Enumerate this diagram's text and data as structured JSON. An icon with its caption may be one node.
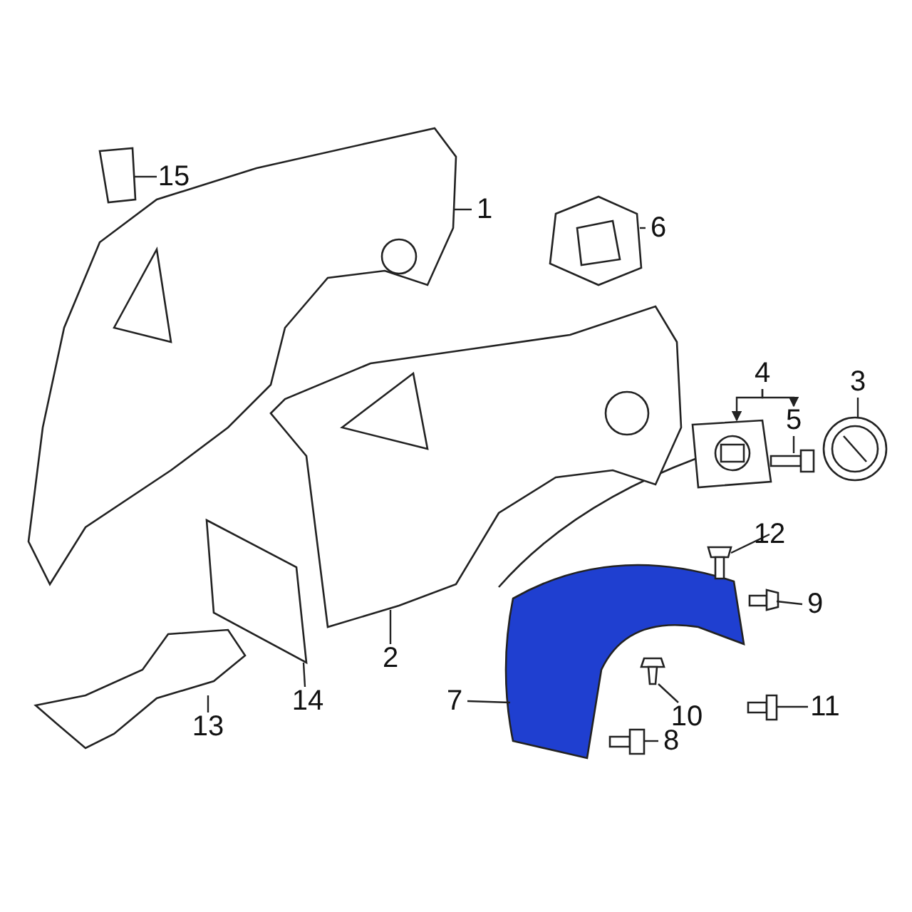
{
  "diagram": {
    "nodes": [
      {
        "text": [
          "1"
        ]
      },
      {
        "text": [
          "2"
        ]
      },
      {
        "text": [
          "3"
        ]
      },
      {
        "text": [
          "4"
        ]
      },
      {
        "text": [
          "5"
        ]
      },
      {
        "text": [
          "6"
        ]
      },
      {
        "text": [
          "7"
        ]
      },
      {
        "text": [
          "8"
        ]
      },
      {
        "text": [
          "9"
        ]
      },
      {
        "text": [
          "10"
        ]
      },
      {
        "text": [
          "11"
        ]
      },
      {
        "text": [
          "12"
        ]
      },
      {
        "text": [
          "13"
        ]
      },
      {
        "text": [
          "14"
        ]
      },
      {
        "text": [
          "15"
        ]
      },
      {
        "text": [],
        "shape": "picture"
      },
      {
        "text": [],
        "shape": "picture"
      },
      {
        "text": [],
        "shape": "picture"
      },
      {
        "text": [],
        "shape": "picture"
      },
      {
        "text": [],
        "shape": "picture"
      },
      {
        "text": [],
        "shape": "picture"
      },
      {
        "text": [],
        "shape": "picture"
      },
      {
        "text": [],
        "shape": "picture"
      },
      {
        "text": [],
        "shape": "picture"
      },
      {
        "text": [],
        "shape": "picture"
      },
      {
        "text": [],
        "shape": "picture"
      },
      {
        "text": [],
        "shape": "picture"
      },
      {
        "text": [],
        "shape": "picture"
      },
      {
        "text": [],
        "shape": "picture"
      },
      {
        "text": [],
        "shape": "picture"
      }
    ],
    "edges": [
      {
        "from": 0,
        "to": 15,
        "arrow": "none"
      },
      {
        "from": 1,
        "to": 16,
        "arrow": "none"
      },
      {
        "from": 2,
        "to": 17,
        "arrow": "none"
      },
      {
        "from": 3,
        "to": 18,
        "arrow": "to"
      },
      {
        "from": 3,
        "to": 4,
        "arrow": "to"
      },
      {
        "from": 4,
        "to": 19,
        "arrow": "none"
      },
      {
        "from": 5,
        "to": 20,
        "arrow": "none"
      },
      {
        "from": 6,
        "to": 21,
        "arrow": "none"
      },
      {
        "from": 7,
        "to": 22,
        "arrow": "none"
      },
      {
        "from": 8,
        "to": 23,
        "arrow": "none"
      },
      {
        "from": 9,
        "to": 24,
        "arrow": "none"
      },
      {
        "from": 10,
        "to": 25,
        "arrow": "none"
      },
      {
        "from": 11,
        "to": 26,
        "arrow": "none"
      },
      {
        "from": 12,
        "to": 27,
        "arrow": "none"
      },
      {
        "from": 13,
        "to": 28,
        "arrow": "none"
      },
      {
        "from": 14,
        "to": 29,
        "arrow": "none"
      }
    ]
  }
}
